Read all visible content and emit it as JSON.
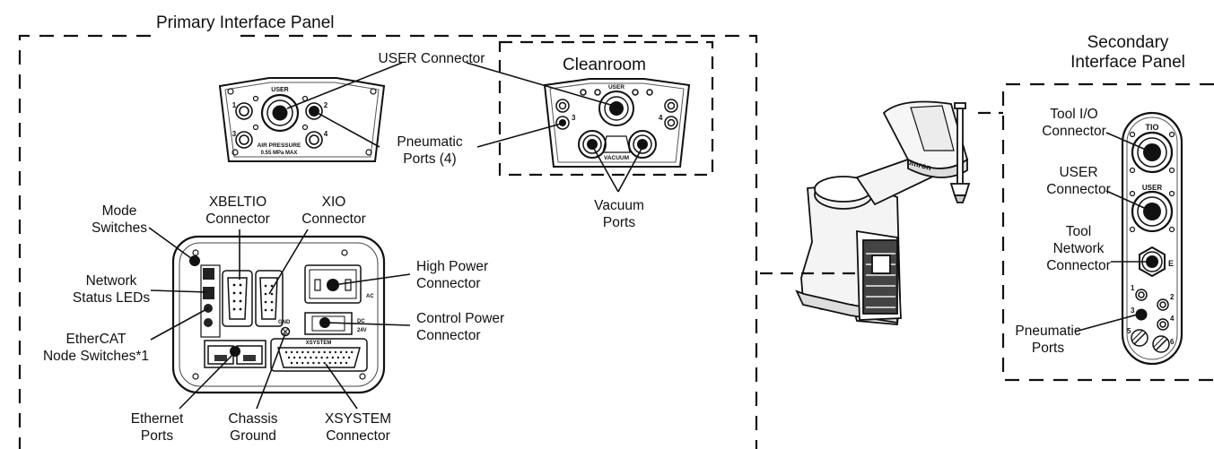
{
  "primary_panel": {
    "title": "Primary Interface Panel",
    "cleanroom_title": "Cleanroom",
    "labels": {
      "user_connector": "USER Connector",
      "pneumatic_ports": [
        "Pneumatic",
        "Ports (4)"
      ],
      "vacuum_ports": [
        "Vacuum",
        "Ports"
      ],
      "mode_switches": [
        "Mode",
        "Switches"
      ],
      "xbeltio": [
        "XBELTIO",
        "Connector"
      ],
      "xio": [
        "XIO",
        "Connector"
      ],
      "high_power": [
        "High Power",
        "Connector"
      ],
      "network_leds": [
        "Network",
        "Status LEDs"
      ],
      "control_power": [
        "Control Power",
        "Connector"
      ],
      "ethercat": [
        "EtherCAT",
        "Node Switches*1"
      ],
      "ethernet": [
        "Ethernet",
        "Ports"
      ],
      "chassis_ground": [
        "Chassis",
        "Ground"
      ],
      "xsystem": [
        "XSYSTEM",
        "Connector"
      ]
    },
    "plate_text": {
      "user": "USER",
      "air_pressure": "AIR PRESSURE",
      "air_max": "0.55 MPa MAX",
      "vacuum": "VACUUM",
      "port_numbers": [
        "1",
        "2",
        "3",
        "4"
      ]
    },
    "controller_text": {
      "gnd": "GND",
      "xsystem": "XSYSTEM",
      "ac": "AC",
      "dc": "DC",
      "v24": "24V"
    }
  },
  "secondary_panel": {
    "title": [
      "Secondary",
      "Interface Panel"
    ],
    "labels": {
      "tool_io": [
        "Tool I/O",
        "Connector"
      ],
      "user": [
        "USER",
        "Connector"
      ],
      "tool_network": [
        "Tool",
        "Network",
        "Connector"
      ],
      "pneumatic": [
        "Pneumatic",
        "Ports"
      ]
    },
    "strip_text": {
      "tio": "TIO",
      "user": "USER",
      "e": "E",
      "numbers": [
        "1",
        "2",
        "3",
        "4",
        "5",
        "6"
      ]
    }
  },
  "robot": {
    "brand": "omron"
  }
}
